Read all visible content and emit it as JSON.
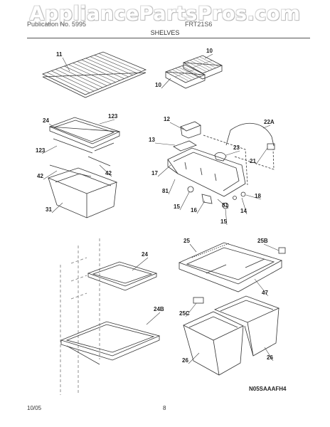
{
  "watermark": "AppliancePartsPros.com",
  "header": {
    "publication_label": "Publication No. 5995",
    "model": "FRT21S6",
    "section_title": "SHELVES"
  },
  "footer": {
    "date": "10/05",
    "page_number": "8"
  },
  "diagram": {
    "code": "N05SAAAFH4",
    "callouts": [
      "11",
      "10",
      "10",
      "24",
      "123",
      "123",
      "42",
      "42",
      "31",
      "12",
      "13",
      "22A",
      "23",
      "21",
      "17",
      "81",
      "15",
      "16",
      "81",
      "14",
      "18",
      "15",
      "24",
      "24B",
      "25",
      "25B",
      "47",
      "25C",
      "26",
      "26"
    ]
  }
}
